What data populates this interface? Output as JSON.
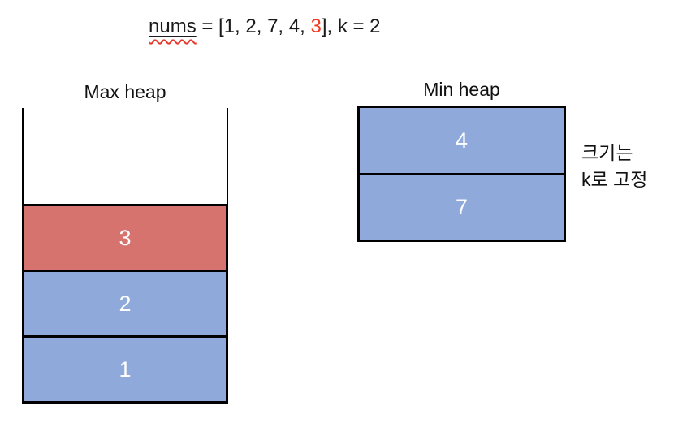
{
  "title": {
    "variable": "nums",
    "mid": " = [1, 2, 7, 4, ",
    "highlight": "3",
    "tail": "], k = 2"
  },
  "max_heap": {
    "label": "Max heap",
    "bars": [
      {
        "value": "3",
        "fill": "#D6736F"
      },
      {
        "value": "2",
        "fill": "#8FA9DB"
      },
      {
        "value": "1",
        "fill": "#8FA9DB"
      }
    ]
  },
  "min_heap": {
    "label": "Min heap",
    "bars": [
      {
        "value": "4",
        "fill": "#8FA9DB"
      },
      {
        "value": "7",
        "fill": "#8FA9DB"
      }
    ]
  },
  "annotation": {
    "line1": "크기는",
    "line2": "k로 고정"
  },
  "colors": {
    "ink": "#1a1a1a",
    "border": "#000000",
    "bar_blue": "#8FA9DB",
    "bar_red": "#D6736F",
    "highlight_red": "#F23722",
    "squiggle_red": "#E8392B",
    "bar_text": "#ffffff"
  }
}
